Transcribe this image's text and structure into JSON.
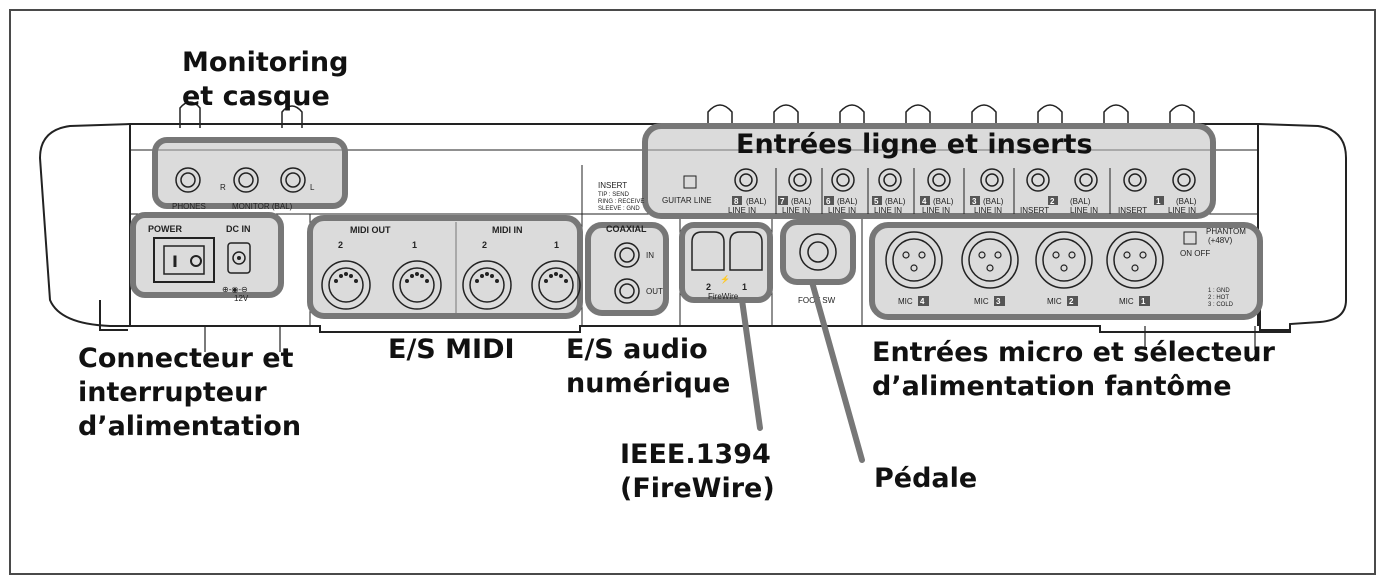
{
  "callouts": {
    "monitoring": [
      "Monitoring",
      "et casque"
    ],
    "line_inputs": "Entrées ligne et inserts",
    "power": [
      "Connecteur et",
      "interrupteur",
      "d’alimentation"
    ],
    "midi": "E/S MIDI",
    "digital_audio": [
      "E/S audio",
      "numérique"
    ],
    "mic_inputs": [
      "Entrées micro et sélecteur",
      "d’alimentation fantôme"
    ],
    "firewire": [
      "IEEE.1394",
      "(FireWire)"
    ],
    "pedal": "Pédale"
  },
  "panel_labels": {
    "phones": "PHONES",
    "monitor": "MONITOR (BAL)",
    "monitor_r": "R",
    "monitor_l": "L",
    "insert_legend": [
      "INSERT",
      "TIP : SEND",
      "RING : RECEIVE",
      "SLEEVE : GND"
    ],
    "guitar_line": "GUITAR  LINE",
    "line_in": "LINE IN",
    "insert": "INSERT",
    "bal": "(BAL)",
    "power": "POWER",
    "dc_in": "DC IN",
    "dc_volt": "12V",
    "midi_out": "MIDI OUT",
    "midi_in": "MIDI IN",
    "coaxial": "COAXIAL",
    "coax_in": "IN",
    "coax_out": "OUT",
    "firewire": "FireWire",
    "foot_sw": "FOOT SW",
    "phantom": [
      "PHANTOM",
      "(+48V)"
    ],
    "on_off": "ON  OFF",
    "mic": "MIC",
    "xlr_pinout": [
      "1 : GND",
      "2 : HOT",
      "3 : COLD"
    ]
  },
  "line_channels": [
    "8",
    "7",
    "6",
    "5",
    "4",
    "3",
    "2",
    "1"
  ],
  "mic_channels": [
    "4",
    "3",
    "2",
    "1"
  ],
  "midi_ports": [
    "2",
    "1",
    "2",
    "1"
  ],
  "firewire_ports": [
    "2",
    "1"
  ]
}
